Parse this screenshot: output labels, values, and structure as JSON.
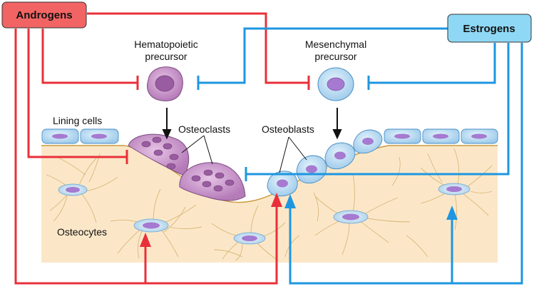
{
  "hormones": {
    "androgens": "Androgens",
    "estrogens": "Estrogens"
  },
  "precursors": {
    "hematopoietic_line1": "Hematopoietic",
    "hematopoietic_line2": "precursor",
    "mesenchymal_line1": "Mesenchymal",
    "mesenchymal_line2": "precursor"
  },
  "cell_labels": {
    "lining_cells": "Lining cells",
    "osteoclasts": "Osteoclasts",
    "osteoblasts": "Osteoblasts",
    "osteocytes": "Osteocytes"
  },
  "colors": {
    "androgen_red": "#e8303a",
    "estrogen_blue": "#1e96e0",
    "androgen_box": "#f26464",
    "estrogen_box": "#8fd8f5",
    "bone": "#fbe7c8",
    "osteoclast": "#c48ac6",
    "blue_cell": "#b9dcf2"
  }
}
